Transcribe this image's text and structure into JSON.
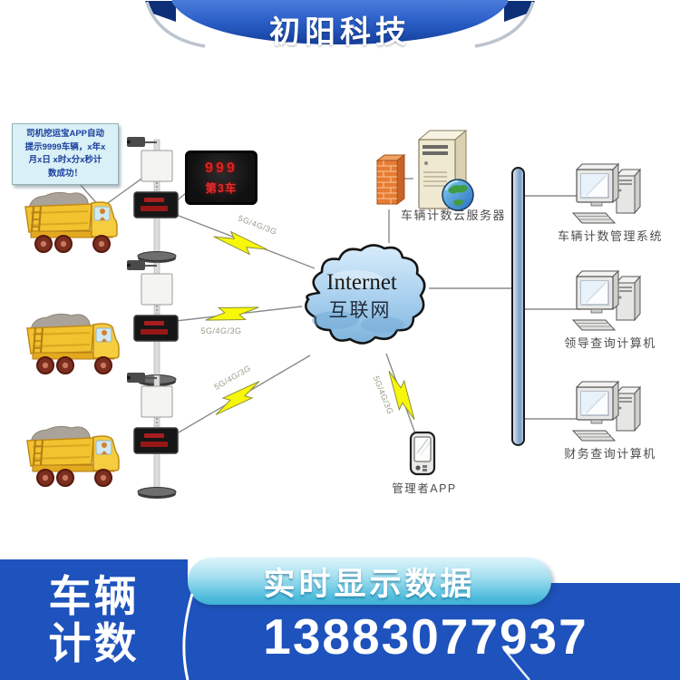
{
  "header": {
    "brand": "初阳科技"
  },
  "diagram": {
    "note": {
      "lines": [
        "司机挖运宝APP自动",
        "提示9999车辆，x年x",
        "月x日 x时x分x秒计",
        "数成功！"
      ]
    },
    "led": {
      "count": "999",
      "label": "第3车"
    },
    "cloud": {
      "title": "Internet",
      "subtitle": "互联网"
    },
    "links": [
      {
        "label": "5G/4G/3G"
      },
      {
        "label": "5G/4G/3G"
      },
      {
        "label": "5G/4G/3G"
      },
      {
        "label": "5G/4G/3G"
      }
    ],
    "server_label": "车辆计数云服务器",
    "pda_label": "管理者APP",
    "computers": [
      {
        "label": "车辆计数管理系统"
      },
      {
        "label": "领导查询计算机"
      },
      {
        "label": "财务查询计算机"
      }
    ]
  },
  "footer": {
    "left_block_line1": "车辆",
    "left_block_line2": "计数",
    "ribbon_label": "实时显示数据",
    "phone": "13883077937"
  },
  "colors": {
    "primary_blue": "#1e52bc",
    "ribbon_blue": "#2a5ec6",
    "pill_cyan": "#4fbcdd",
    "led_red": "#d92b2b"
  }
}
